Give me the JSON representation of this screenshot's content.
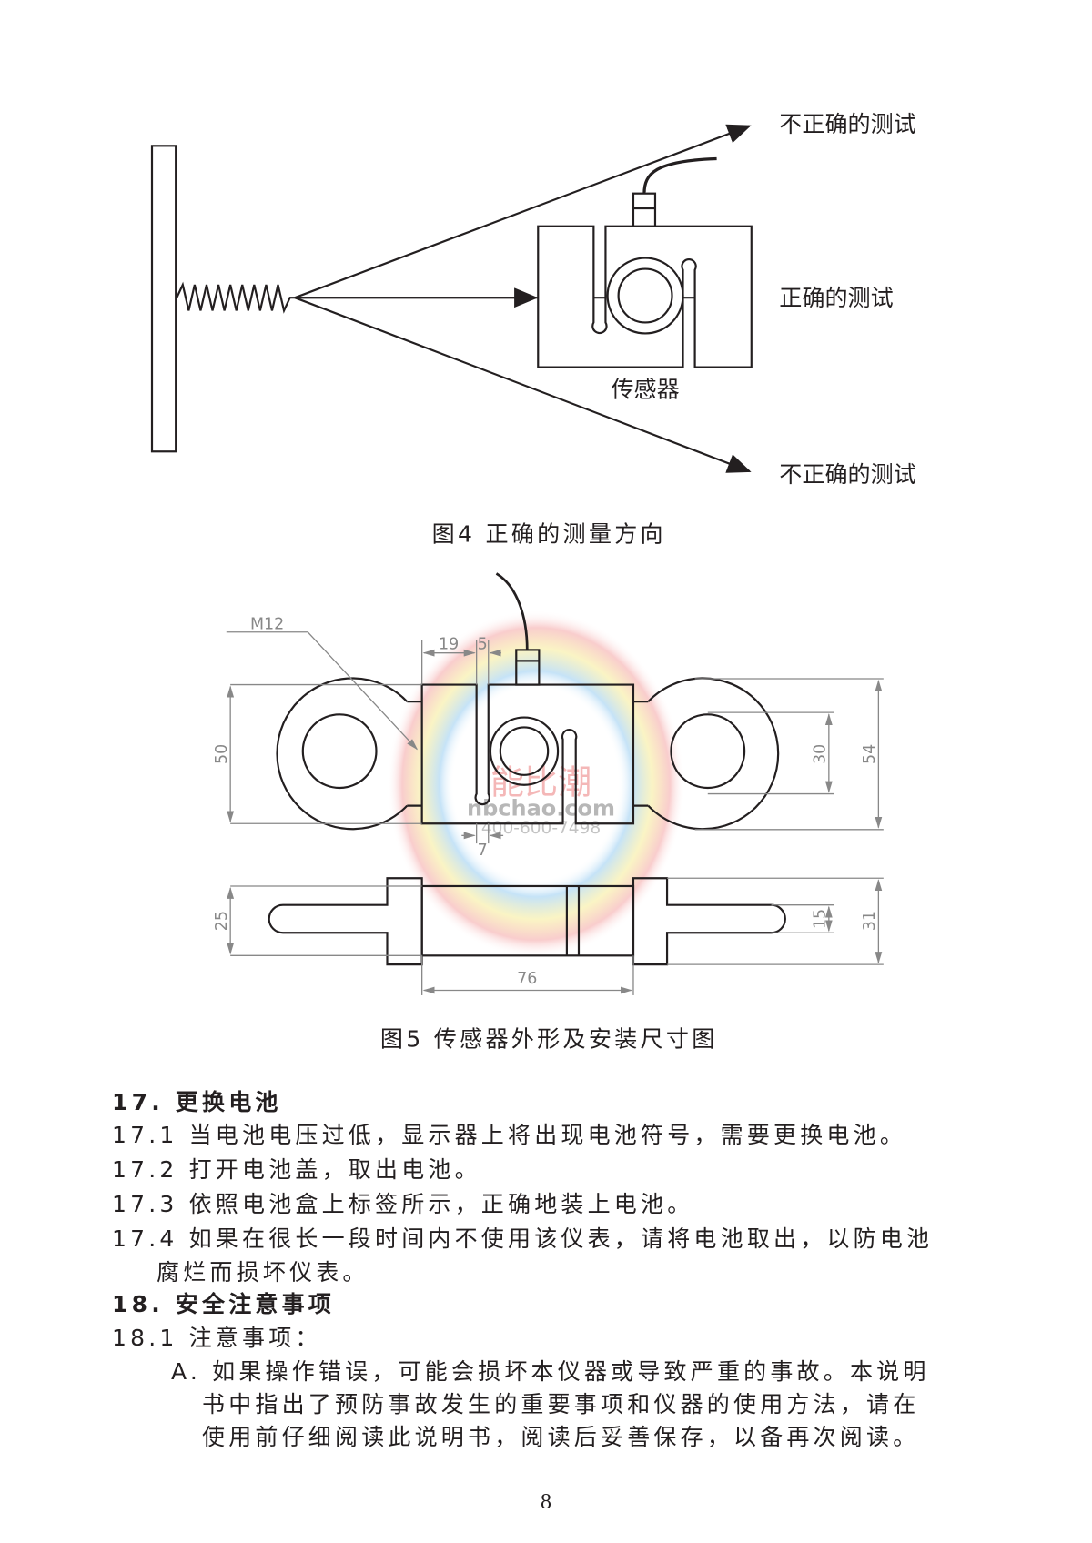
{
  "figure4": {
    "label_incorrect_top": "不正确的测试",
    "label_correct": "正确的测试",
    "label_incorrect_bottom": "不正确的测试",
    "sensor_label": "传感器",
    "caption": "图4  正确的测量方向"
  },
  "figure5": {
    "thread_label": "M12",
    "dim_19": "19",
    "dim_5": "5",
    "dim_7": "7",
    "dim_50": "50",
    "dim_30": "30",
    "dim_54": "54",
    "dim_25": "25",
    "dim_15": "15",
    "dim_31": "31",
    "dim_76": "76",
    "caption": "图5  传感器外形及安装尺寸图"
  },
  "watermark": {
    "brand": "nbchao.com",
    "phone": "400-600-7498",
    "logo_text": "能比潮"
  },
  "body": {
    "s17_title": "17.  更换电池",
    "s17_1": "17.1 当电池电压过低，显示器上将出现电池符号，需要更换电池。",
    "s17_2": "17.2 打开电池盖，取出电池。",
    "s17_3": "17.3 依照电池盒上标签所示，正确地装上电池。",
    "s17_4a": "17.4 如果在很长一段时间内不使用该仪表，请将电池取出，以防电池",
    "s17_4b": "腐烂而损坏仪表。",
    "s18_title": "18.  安全注意事项",
    "s18_1": "18.1 注意事项：",
    "s18_a1": "A. 如果操作错误，可能会损坏本仪器或导致严重的事故。本说明",
    "s18_a2": "书中指出了预防事故发生的重要事项和仪器的使用方法，请在",
    "s18_a3": "使用前仔细阅读此说明书，阅读后妥善保存，以备再次阅读。"
  },
  "page_number": "8"
}
